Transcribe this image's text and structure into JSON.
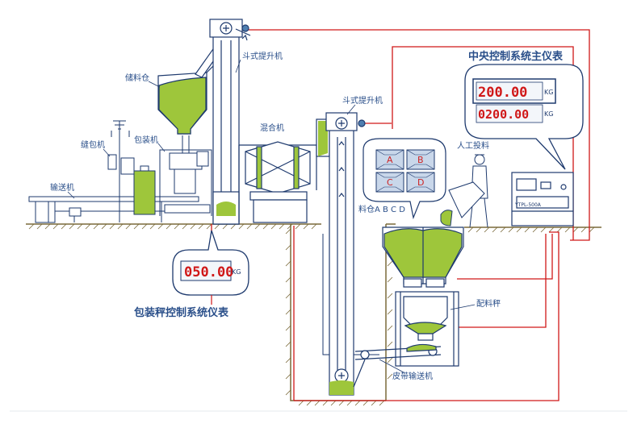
{
  "labels": {
    "bucket_elevator_left": "斗式提升机",
    "storage_bin": "储料仓",
    "sewing_machine": "缝包机",
    "packing_machine": "包装机",
    "conveyor": "输送机",
    "mixer": "混合机",
    "bucket_elevator_right": "斗式提升机",
    "manual_feed": "人工投料",
    "bins_abcd": "料仓A B C D",
    "batching_scale": "配料秤",
    "belt_conveyor": "皮带输送机",
    "central_control": "中央控制系统主仪表",
    "packing_control": "包装秤控制系统仪表"
  },
  "bins": [
    "A",
    "B",
    "C",
    "D"
  ],
  "central_display": {
    "reading_1": "200.00",
    "reading_2": "0200.00",
    "unit": "KG"
  },
  "packing_display": {
    "reading": "050.00",
    "unit": "KG"
  },
  "controller": {
    "model": "YTPL-500A"
  },
  "colors": {
    "line": "#1e3a6e",
    "material": "#9ec63b",
    "signal_wire": "#d01818",
    "ground": "#7a6a3a"
  }
}
